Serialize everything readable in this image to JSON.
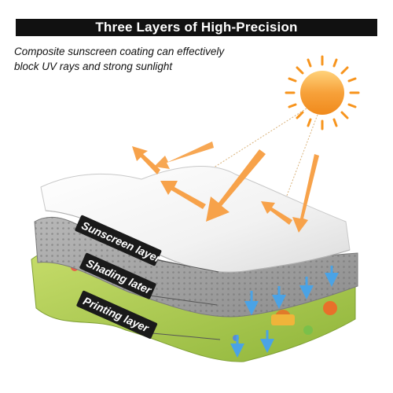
{
  "header": {
    "title": "Three Layers of High-Precision"
  },
  "description": {
    "line1": "Composite sunscreen coating can effectively",
    "line2": "block UV rays and strong sunlight"
  },
  "layers": [
    {
      "label": "Sunscreen layer"
    },
    {
      "label": "Shading later"
    },
    {
      "label": "Printing layer"
    }
  ],
  "colors": {
    "sun": "#f7941d",
    "arrow": "#f7a24a",
    "title_bg": "#111111",
    "label_bg": "#1a1a1a",
    "shade_arrow": "#4aa3e6",
    "print_layer": "#a9c94a"
  },
  "icons": [
    "sun-icon",
    "light-ray-arrow",
    "blocked-arrow"
  ]
}
